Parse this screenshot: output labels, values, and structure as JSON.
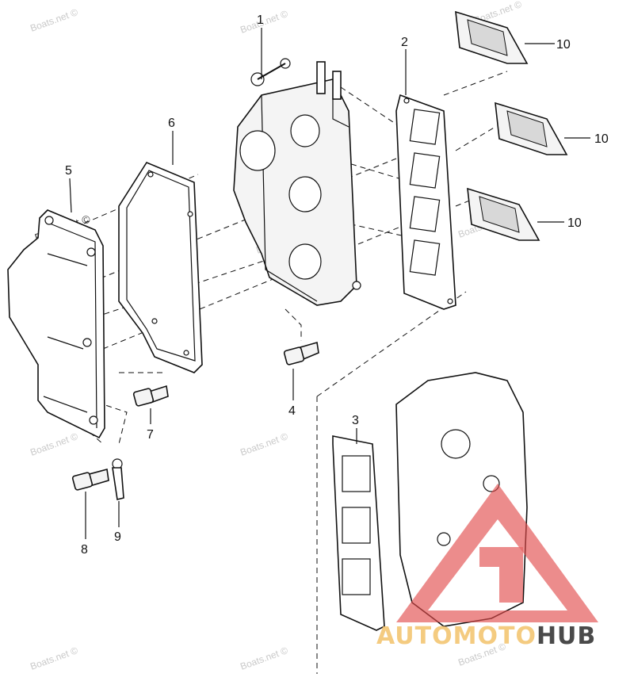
{
  "watermark": {
    "text": "Boats.net ©",
    "brand_prefix": "AUTOMOTO",
    "brand_suffix": "HUB",
    "colors": {
      "brand_prefix": "#f3c26b",
      "brand_suffix": "#2b2b2b",
      "triangle": "#e24b4b"
    }
  },
  "parts": [
    {
      "number": "1"
    },
    {
      "number": "2"
    },
    {
      "number": "3"
    },
    {
      "number": "4"
    },
    {
      "number": "5"
    },
    {
      "number": "6"
    },
    {
      "number": "7"
    },
    {
      "number": "8"
    },
    {
      "number": "9"
    },
    {
      "number": "10"
    },
    {
      "number": "10"
    },
    {
      "number": "10"
    }
  ]
}
